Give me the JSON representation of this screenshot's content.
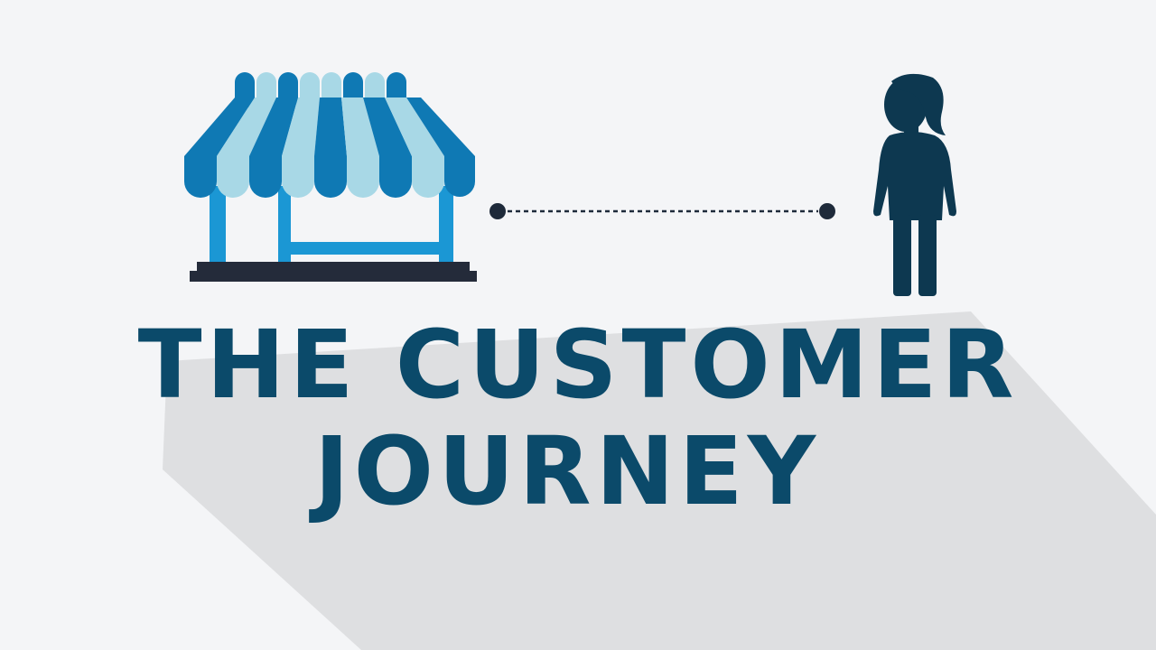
{
  "title": {
    "line1": "THE CUSTOMER",
    "line2": "JOURNEY"
  },
  "icons": {
    "store": "storefront-icon",
    "person": "customer-person-icon",
    "connector": "dotted-connector-line"
  },
  "colors": {
    "background": "#f4f5f7",
    "shadow": "#dedfe1",
    "title": "#0b4a6a",
    "awning_dark": "#0f79b4",
    "awning_light": "#a8d8e6",
    "store_frame": "#1b97d4",
    "store_base": "#242b3a",
    "person": "#0d3850",
    "connector": "#1e2a3a"
  }
}
